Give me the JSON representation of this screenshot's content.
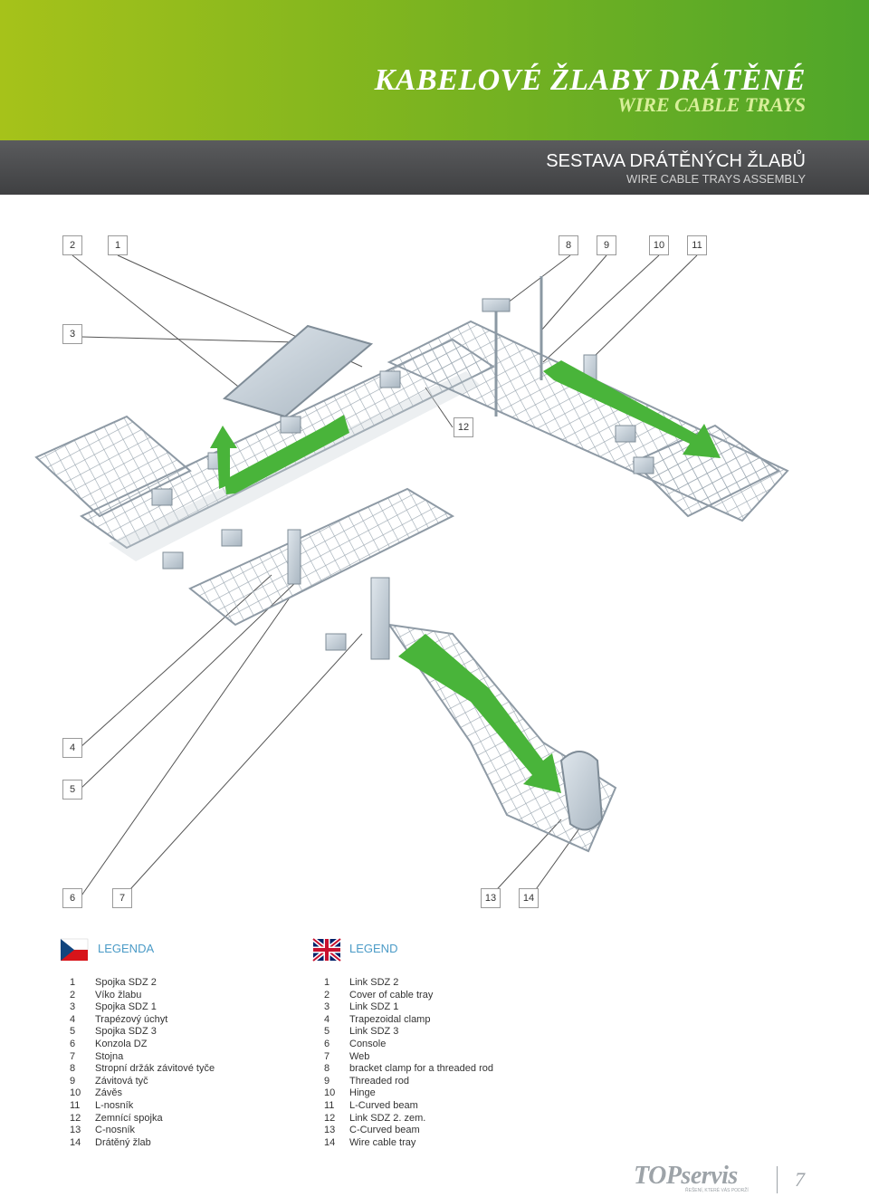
{
  "header": {
    "title_cz": "KABELOVÉ ŽLABY DRÁTĚNÉ",
    "title_en": "WIRE CABLE TRAYS",
    "section_cz": "SESTAVA DRÁTĚNÝCH ŽLABŮ",
    "section_en": "WIRE CABLE TRAYS ASSEMBLY"
  },
  "colors": {
    "brand_green": "#6bb12a",
    "arrow_green": "#49b43a",
    "dark_band": "#4a4b4d",
    "legend_blue": "#4b9bc7"
  },
  "callouts": [
    "2",
    "1",
    "8",
    "9",
    "10",
    "11",
    "3",
    "12",
    "4",
    "5",
    "6",
    "7",
    "13",
    "14"
  ],
  "legend_cz": {
    "heading": "LEGENDA",
    "flag_icon": "czech-flag-icon",
    "items": [
      {
        "num": "1",
        "text": "Spojka SDZ 2"
      },
      {
        "num": "2",
        "text": "Víko žlabu"
      },
      {
        "num": "3",
        "text": "Spojka SDZ 1"
      },
      {
        "num": "4",
        "text": "Trapézový úchyt"
      },
      {
        "num": "5",
        "text": "Spojka SDZ 3"
      },
      {
        "num": "6",
        "text": "Konzola DZ"
      },
      {
        "num": "7",
        "text": "Stojna"
      },
      {
        "num": "8",
        "text": "Stropní držák závitové tyče"
      },
      {
        "num": "9",
        "text": "Závitová tyč"
      },
      {
        "num": "10",
        "text": "Závěs"
      },
      {
        "num": "11",
        "text": "L-nosník"
      },
      {
        "num": "12",
        "text": "Zemnící spojka"
      },
      {
        "num": "13",
        "text": "C-nosník"
      },
      {
        "num": "14",
        "text": "Drátěný žlab"
      }
    ]
  },
  "legend_en": {
    "heading": "LEGEND",
    "flag_icon": "uk-flag-icon",
    "items": [
      {
        "num": "1",
        "text": "Link SDZ 2"
      },
      {
        "num": "2",
        "text": "Cover of cable tray"
      },
      {
        "num": "3",
        "text": "Link SDZ 1"
      },
      {
        "num": "4",
        "text": "Trapezoidal clamp"
      },
      {
        "num": "5",
        "text": "Link SDZ 3"
      },
      {
        "num": "6",
        "text": "Console"
      },
      {
        "num": "7",
        "text": "Web"
      },
      {
        "num": "8",
        "text": "bracket clamp for a threaded rod"
      },
      {
        "num": "9",
        "text": "Threaded rod"
      },
      {
        "num": "10",
        "text": "Hinge"
      },
      {
        "num": "11",
        "text": "L-Curved beam"
      },
      {
        "num": "12",
        "text": "Link SDZ 2. zem."
      },
      {
        "num": "13",
        "text": "C-Curved beam"
      },
      {
        "num": "14",
        "text": "Wire cable tray"
      }
    ]
  },
  "footer": {
    "logo": "TOPservis",
    "slogan": "ŘEŠENÍ, KTERÉ VÁS PODRŽÍ",
    "page_number": "7"
  }
}
